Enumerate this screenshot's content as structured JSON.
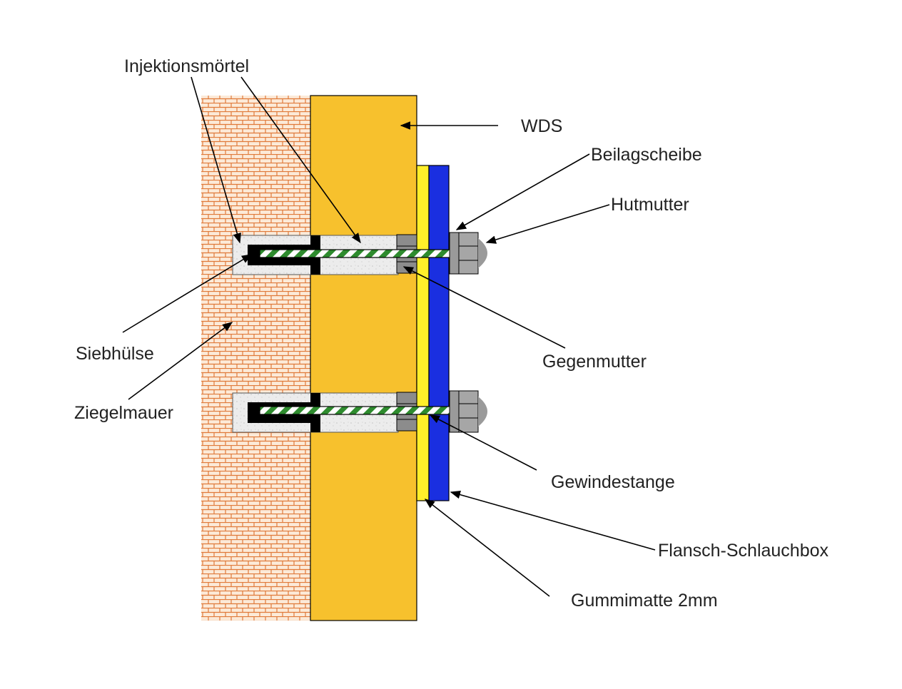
{
  "labels": {
    "injektionsmoertel": "Injektionsmörtel",
    "wds": "WDS",
    "beilagscheibe": "Beilagscheibe",
    "hutmutter": "Hutmutter",
    "siebhuelse": "Siebhülse",
    "gegenmutter": "Gegenmutter",
    "ziegelmauer": "Ziegelmauer",
    "gewindestange": "Gewindestange",
    "flansch_schlauchbox": "Flansch-Schlauchbox",
    "gummimatte": "Gummimatte 2mm"
  },
  "colors": {
    "brick_mortar": "#fcead8",
    "brick_line": "#e07a3a",
    "wds": "#f7c12d",
    "gummimatte": "#ffef2a",
    "flange": "#1a2fe0",
    "injection_mortar": "#ececec",
    "sleeve": "#000000",
    "nut": "#8c8c8c",
    "cap_nut": "#a6a6a6",
    "rod_stripe": "#2e8b2e"
  }
}
